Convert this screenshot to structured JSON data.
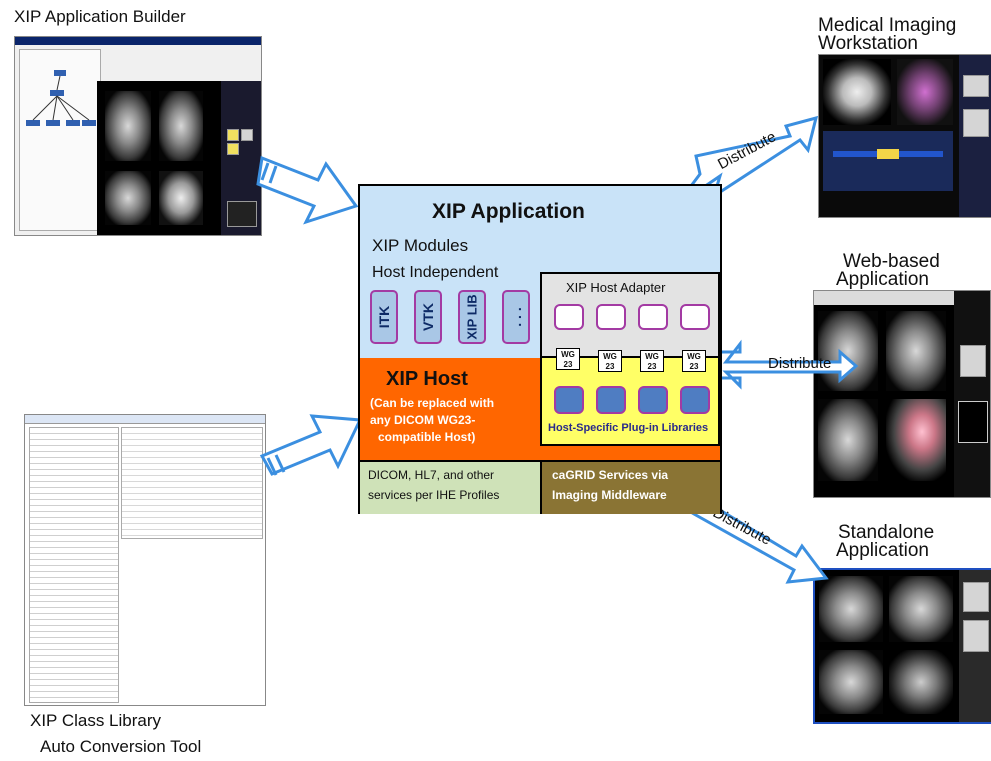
{
  "captions": {
    "app_builder": "XIP Application Builder",
    "class_library_line1": "XIP Class Library",
    "class_library_line2": "Auto Conversion Tool",
    "workstation_line1": "Medical Imaging",
    "workstation_line2": "Workstation",
    "web_line1": "Web-based",
    "web_line2": "Application",
    "standalone_line1": "Standalone",
    "standalone_line2": "Application"
  },
  "diagram": {
    "app_title": "XIP Application",
    "modules_title": "XIP Modules",
    "host_independent": "Host Independent",
    "modules": [
      "ITK",
      "VTK",
      "XIP LIB",
      ". . ."
    ],
    "host_adapter": "XIP Host Adapter",
    "wg_label_top": "WG",
    "wg_label_bottom": "23",
    "host_title": "XIP Host",
    "host_sub_1": "(Can be replaced with",
    "host_sub_2": "any  DICOM WG23-",
    "host_sub_3": "compatible Host)",
    "plugin_libraries": "Host-Specific Plug-in Libraries",
    "services_left_1": "DICOM, HL7, and other",
    "services_left_2": "services per IHE Profiles",
    "services_right_1": "caGRID Services via",
    "services_right_2": "Imaging Middleware"
  },
  "arrows": {
    "distribute": "Distribute"
  },
  "colors": {
    "app_area": "#c9e3f8",
    "host_area": "#ff6600",
    "plugin_area": "#ffff66",
    "adapter_area": "#e3e3e3",
    "services_left": "#cfe2b8",
    "services_right": "#8a7434",
    "arrow_stroke": "#3b8fe0",
    "module_border": "#a33aa3",
    "library_fill": "#4f7dc2"
  }
}
